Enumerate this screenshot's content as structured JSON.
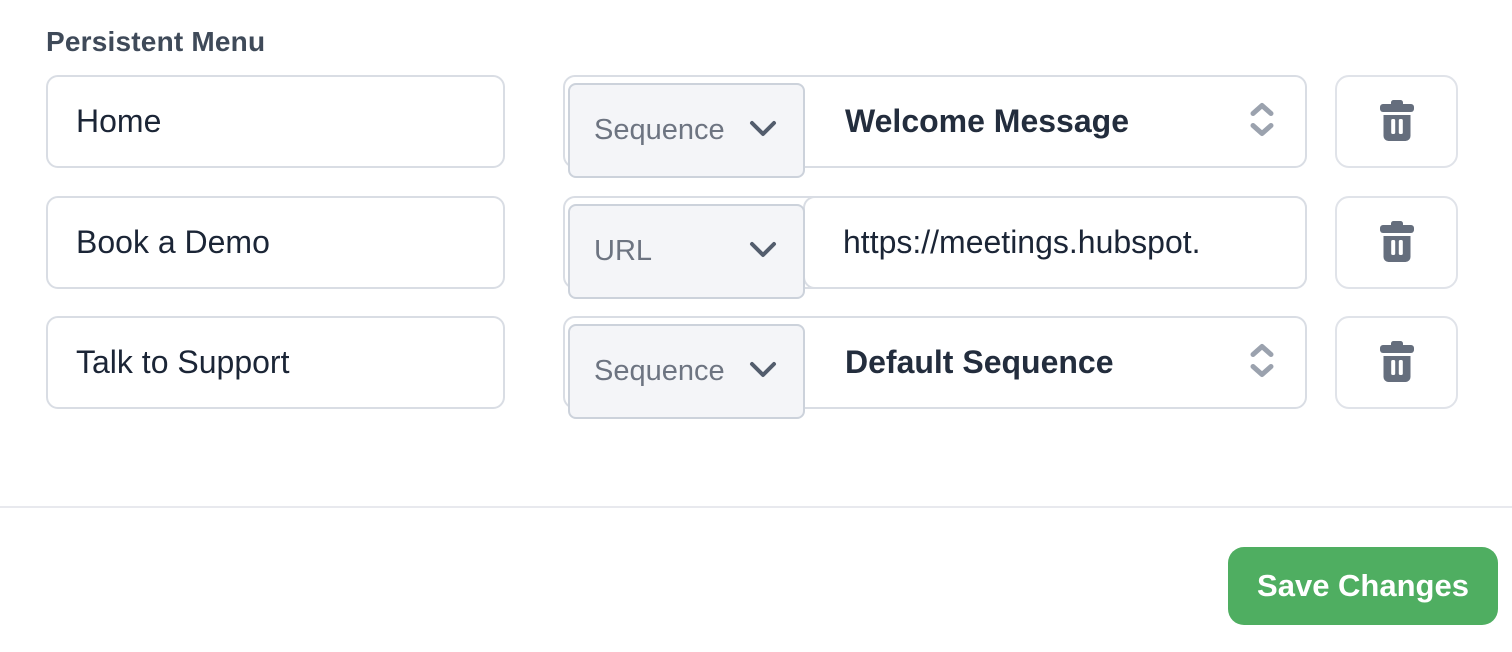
{
  "heading": "Persistent Menu",
  "rows": [
    {
      "label": "Home",
      "type": "Sequence",
      "value": "Welcome Message",
      "value_kind": "select"
    },
    {
      "label": "Book a Demo",
      "type": "URL",
      "value": "https://meetings.hubspot.",
      "value_kind": "url-input"
    },
    {
      "label": "Talk to Support",
      "type": "Sequence",
      "value": "Default Sequence",
      "value_kind": "select"
    }
  ],
  "actions": {
    "save_label": "Save Changes"
  },
  "icons": {
    "type_selector": "chevron-down-icon",
    "value_selector": "chevron-up-down-icon",
    "delete": "trash-icon"
  },
  "colors": {
    "accent_green": "#4fae61",
    "field_border": "#d9dde4",
    "dropdown_bg": "#f4f5f8",
    "text_dark": "#1b2536",
    "text_gray": "#6d7481",
    "icon_gray": "#656e7d",
    "divider": "#e8e9ee"
  }
}
